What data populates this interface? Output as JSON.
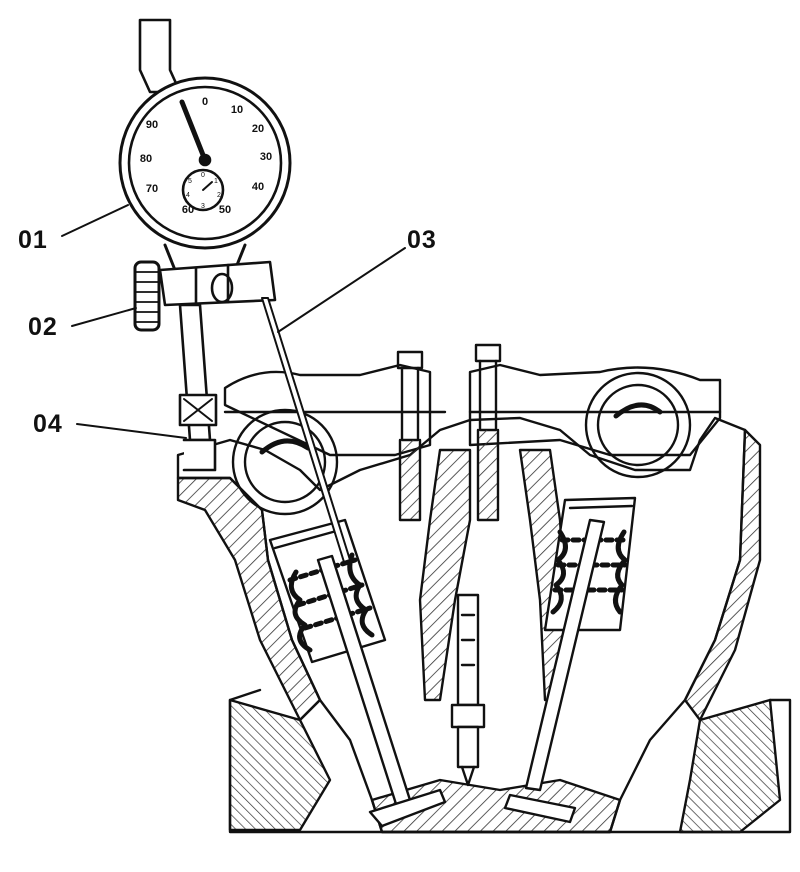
{
  "callouts": [
    {
      "id": "01",
      "text": "01"
    },
    {
      "id": "02",
      "text": "02"
    },
    {
      "id": "03",
      "text": "03"
    },
    {
      "id": "04",
      "text": "04"
    }
  ],
  "dial": {
    "main_scale": [
      "0",
      "10",
      "20",
      "30",
      "40",
      "50",
      "60",
      "70",
      "80",
      "90"
    ],
    "sub_scale": [
      "0",
      "1",
      "2",
      "3",
      "4",
      "5"
    ]
  },
  "colors": {
    "ink": "#111111",
    "paper": "#ffffff",
    "hatch": "#333333"
  }
}
